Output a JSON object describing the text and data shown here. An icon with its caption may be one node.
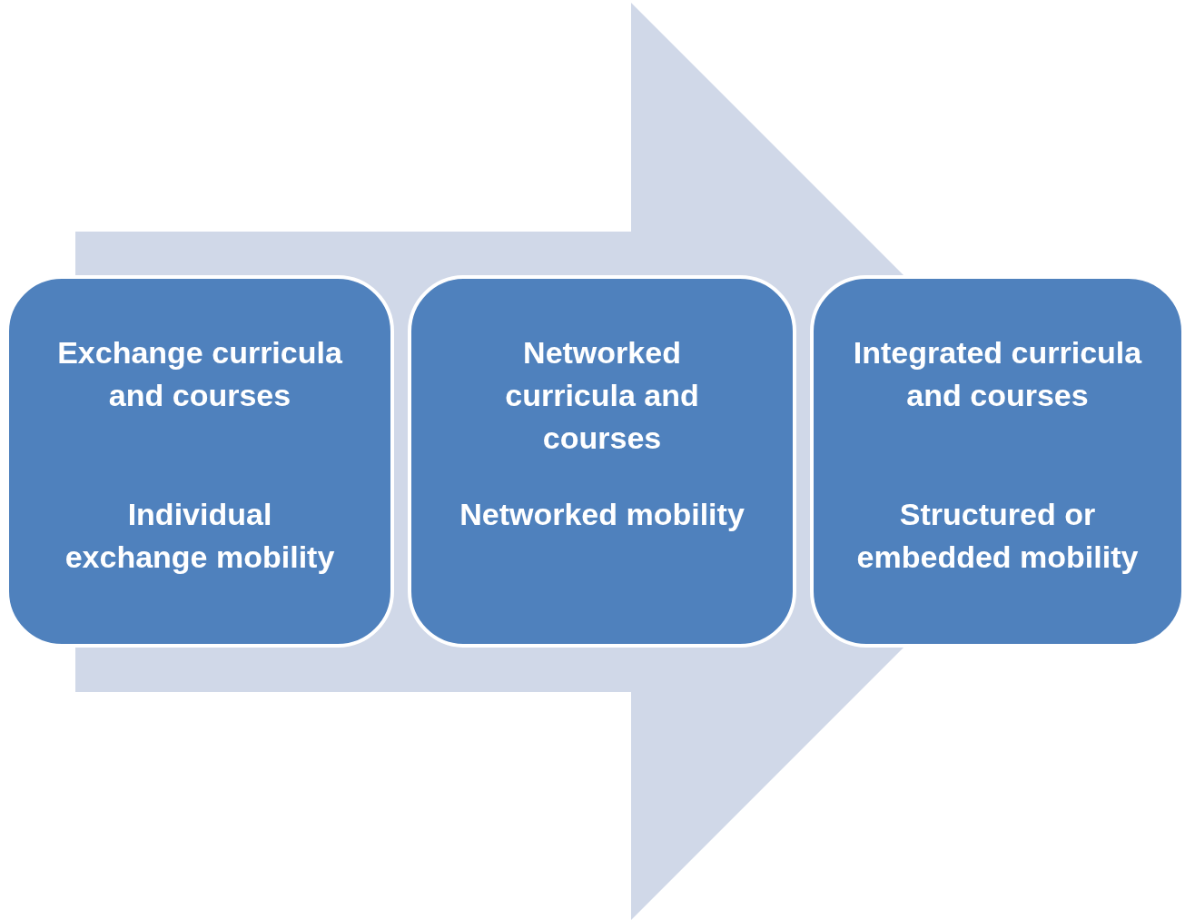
{
  "diagram": {
    "nodes": [
      {
        "text": [
          "Exchange curricula and courses",
          "Individual exchange mobility"
        ]
      },
      {
        "text": [
          "Networked curricula and courses",
          "Networked mobility"
        ]
      },
      {
        "text": [
          "Integrated curricula and courses",
          "Structured or embedded mobility"
        ]
      }
    ],
    "edges": [
      {
        "from": 0,
        "to": 2,
        "arrow": "to"
      }
    ]
  }
}
